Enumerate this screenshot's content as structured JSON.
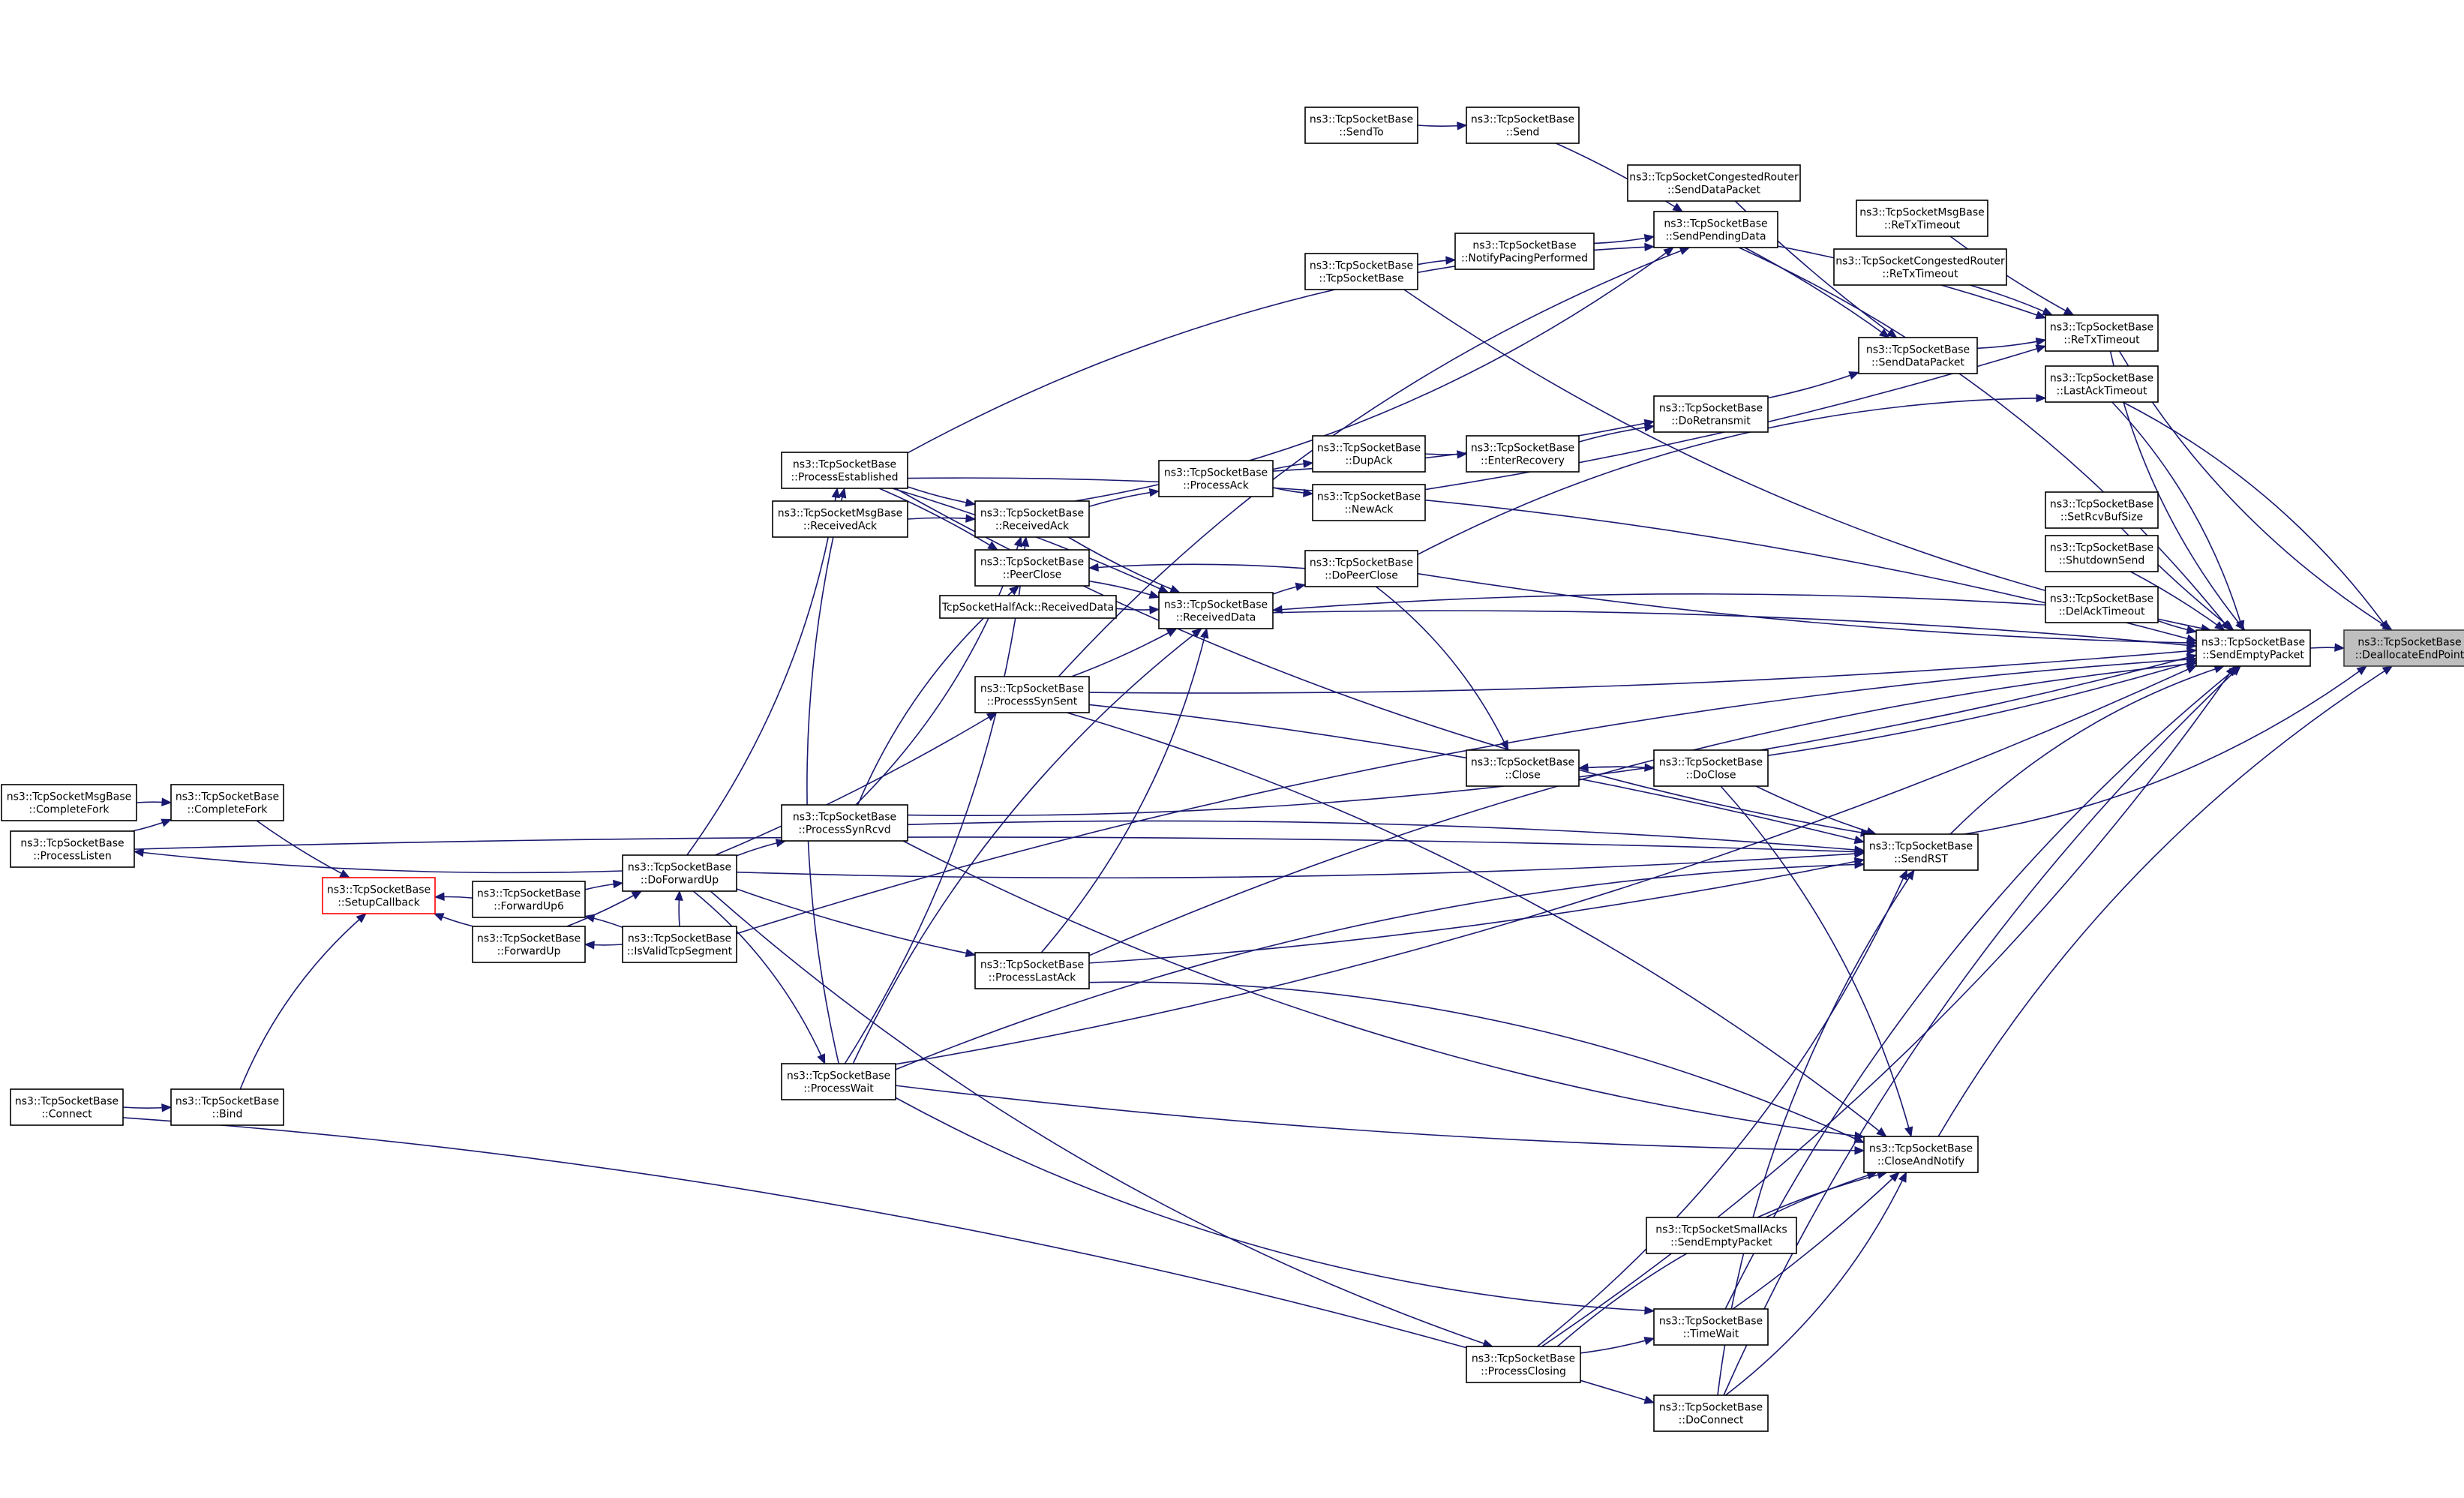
{
  "diagram": {
    "title": "ns3::TcpSocketBase::DeallocateEndPoint caller graph",
    "colors": {
      "edge": "#191970",
      "node_border": "#000000",
      "root_fill": "#bfbfbf",
      "highlight_border": "#ff0000"
    },
    "nodes": [
      {
        "id": "root",
        "lines": [
          "ns3::TcpSocketBase",
          "::DeallocateEndPoint"
        ]
      },
      {
        "id": "sendEmpty",
        "lines": [
          "ns3::TcpSocketBase",
          "::SendEmptyPacket"
        ]
      },
      {
        "id": "retx",
        "lines": [
          "ns3::TcpSocketBase",
          "::ReTxTimeout"
        ]
      },
      {
        "id": "lastAckTo",
        "lines": [
          "ns3::TcpSocketBase",
          "::LastAckTimeout"
        ]
      },
      {
        "id": "setRcv",
        "lines": [
          "ns3::TcpSocketBase",
          "::SetRcvBufSize"
        ]
      },
      {
        "id": "shutdown",
        "lines": [
          "ns3::TcpSocketBase",
          "::ShutdownSend"
        ]
      },
      {
        "id": "delAck",
        "lines": [
          "ns3::TcpSocketBase",
          "::DelAckTimeout"
        ]
      },
      {
        "id": "sendRst",
        "lines": [
          "ns3::TcpSocketBase",
          "::SendRST"
        ]
      },
      {
        "id": "closeNotify",
        "lines": [
          "ns3::TcpSocketBase",
          "::CloseAndNotify"
        ]
      },
      {
        "id": "msgRetx",
        "lines": [
          "ns3::TcpSocketMsgBase",
          "::ReTxTimeout"
        ]
      },
      {
        "id": "congRetx",
        "lines": [
          "ns3::TcpSocketCongestedRouter",
          "::ReTxTimeout"
        ]
      },
      {
        "id": "congSendData",
        "lines": [
          "ns3::TcpSocketCongestedRouter",
          "::SendDataPacket"
        ]
      },
      {
        "id": "sendPending",
        "lines": [
          "ns3::TcpSocketBase",
          "::SendPendingData"
        ]
      },
      {
        "id": "sendDataPkt",
        "lines": [
          "ns3::TcpSocketBase",
          "::SendDataPacket"
        ]
      },
      {
        "id": "doRetransmit",
        "lines": [
          "ns3::TcpSocketBase",
          "::DoRetransmit"
        ]
      },
      {
        "id": "doClose",
        "lines": [
          "ns3::TcpSocketBase",
          "::DoClose"
        ]
      },
      {
        "id": "smallAcks",
        "lines": [
          "ns3::TcpSocketSmallAcks",
          "::SendEmptyPacket"
        ]
      },
      {
        "id": "timeWait",
        "lines": [
          "ns3::TcpSocketBase",
          "::TimeWait"
        ]
      },
      {
        "id": "doConnect",
        "lines": [
          "ns3::TcpSocketBase",
          "::DoConnect"
        ]
      },
      {
        "id": "sendToNode",
        "lines": [
          "ns3::TcpSocketBase",
          "::SendTo"
        ]
      },
      {
        "id": "sendNode",
        "lines": [
          "ns3::TcpSocketBase",
          "::Send"
        ]
      },
      {
        "id": "ctor",
        "lines": [
          "ns3::TcpSocketBase",
          "::TcpSocketBase"
        ]
      },
      {
        "id": "notifyPacing",
        "lines": [
          "ns3::TcpSocketBase",
          "::NotifyPacingPerformed"
        ]
      },
      {
        "id": "dupAck",
        "lines": [
          "ns3::TcpSocketBase",
          "::DupAck"
        ]
      },
      {
        "id": "enterRecovery",
        "lines": [
          "ns3::TcpSocketBase",
          "::EnterRecovery"
        ]
      },
      {
        "id": "newAck",
        "lines": [
          "ns3::TcpSocketBase",
          "::NewAck"
        ]
      },
      {
        "id": "doPeerClose",
        "lines": [
          "ns3::TcpSocketBase",
          "::DoPeerClose"
        ]
      },
      {
        "id": "closeNode",
        "lines": [
          "ns3::TcpSocketBase",
          "::Close"
        ]
      },
      {
        "id": "processClosing",
        "lines": [
          "ns3::TcpSocketBase",
          "::ProcessClosing"
        ]
      },
      {
        "id": "processAck",
        "lines": [
          "ns3::TcpSocketBase",
          "::ProcessAck"
        ]
      },
      {
        "id": "receivedData",
        "lines": [
          "ns3::TcpSocketBase",
          "::ReceivedData"
        ]
      },
      {
        "id": "halfAck",
        "lines": [
          "TcpSocketHalfAck::ReceivedData"
        ]
      },
      {
        "id": "processEst",
        "lines": [
          "ns3::TcpSocketBase",
          "::ProcessEstablished"
        ]
      },
      {
        "id": "receivedAck",
        "lines": [
          "ns3::TcpSocketBase",
          "::ReceivedAck"
        ]
      },
      {
        "id": "msgReceivedAck",
        "lines": [
          "ns3::TcpSocketMsgBase",
          "::ReceivedAck"
        ]
      },
      {
        "id": "peerClose",
        "lines": [
          "ns3::TcpSocketBase",
          "::PeerClose"
        ]
      },
      {
        "id": "processSynSent",
        "lines": [
          "ns3::TcpSocketBase",
          "::ProcessSynSent"
        ]
      },
      {
        "id": "processSynRcvd",
        "lines": [
          "ns3::TcpSocketBase",
          "::ProcessSynRcvd"
        ]
      },
      {
        "id": "processLastAck",
        "lines": [
          "ns3::TcpSocketBase",
          "::ProcessLastAck"
        ]
      },
      {
        "id": "processWait",
        "lines": [
          "ns3::TcpSocketBase",
          "::ProcessWait"
        ]
      },
      {
        "id": "doForwardUp",
        "lines": [
          "ns3::TcpSocketBase",
          "::DoForwardUp"
        ]
      },
      {
        "id": "isValid",
        "lines": [
          "ns3::TcpSocketBase",
          "::IsValidTcpSegment"
        ]
      },
      {
        "id": "forwardUp6",
        "lines": [
          "ns3::TcpSocketBase",
          "::ForwardUp6"
        ]
      },
      {
        "id": "forwardUp",
        "lines": [
          "ns3::TcpSocketBase",
          "::ForwardUp"
        ]
      },
      {
        "id": "setupCb",
        "lines": [
          "ns3::TcpSocketBase",
          "::SetupCallback"
        ]
      },
      {
        "id": "bind",
        "lines": [
          "ns3::TcpSocketBase",
          "::Bind"
        ]
      },
      {
        "id": "completeFork",
        "lines": [
          "ns3::TcpSocketBase",
          "::CompleteFork"
        ]
      },
      {
        "id": "msgCompleteFork",
        "lines": [
          "ns3::TcpSocketMsgBase",
          "::CompleteFork"
        ]
      },
      {
        "id": "processListen",
        "lines": [
          "ns3::TcpSocketBase",
          "::ProcessListen"
        ]
      },
      {
        "id": "connect",
        "lines": [
          "ns3::TcpSocketBase",
          "::Connect"
        ]
      }
    ],
    "edges": [
      [
        "sendEmpty",
        "root"
      ],
      [
        "retx",
        "root"
      ],
      [
        "lastAckTo",
        "root"
      ],
      [
        "sendRst",
        "root"
      ],
      [
        "closeNotify",
        "root"
      ],
      [
        "retx",
        "sendEmpty"
      ],
      [
        "lastAckTo",
        "sendEmpty"
      ],
      [
        "setRcv",
        "sendEmpty"
      ],
      [
        "shutdown",
        "sendEmpty"
      ],
      [
        "delAck",
        "sendEmpty"
      ],
      [
        "sendRst",
        "sendEmpty"
      ],
      [
        "doClose",
        "sendEmpty"
      ],
      [
        "doConnect",
        "sendEmpty"
      ],
      [
        "processClosing",
        "sendEmpty"
      ],
      [
        "timeWait",
        "sendEmpty"
      ],
      [
        "ctor",
        "sendEmpty"
      ],
      [
        "sendPending",
        "sendEmpty"
      ],
      [
        "doPeerClose",
        "sendEmpty"
      ],
      [
        "processEst",
        "sendEmpty"
      ],
      [
        "processSynSent",
        "sendEmpty"
      ],
      [
        "receivedData",
        "sendEmpty"
      ],
      [
        "processSynRcvd",
        "sendEmpty"
      ],
      [
        "processLastAck",
        "sendEmpty"
      ],
      [
        "processWait",
        "sendEmpty"
      ],
      [
        "isValid",
        "sendEmpty"
      ],
      [
        "msgRetx",
        "retx"
      ],
      [
        "congRetx",
        "retx"
      ],
      [
        "sendDataPkt",
        "retx"
      ],
      [
        "sendPending",
        "retx"
      ],
      [
        "newAck",
        "retx"
      ],
      [
        "doPeerClose",
        "lastAckTo"
      ],
      [
        "congSendData",
        "sendDataPkt"
      ],
      [
        "sendPending",
        "sendDataPkt"
      ],
      [
        "doRetransmit",
        "sendDataPkt"
      ],
      [
        "sendNode",
        "sendPending"
      ],
      [
        "notifyPacing",
        "sendPending"
      ],
      [
        "processEst",
        "sendPending"
      ],
      [
        "receivedAck",
        "sendPending"
      ],
      [
        "processSynSent",
        "sendPending"
      ],
      [
        "sendToNode",
        "sendNode"
      ],
      [
        "ctor",
        "notifyPacing"
      ],
      [
        "processAck",
        "doRetransmit"
      ],
      [
        "enterRecovery",
        "doRetransmit"
      ],
      [
        "dupAck",
        "enterRecovery"
      ],
      [
        "processAck",
        "dupAck"
      ],
      [
        "processAck",
        "newAck"
      ],
      [
        "receivedAck",
        "processAck"
      ],
      [
        "doPeerClose",
        "peerClose"
      ],
      [
        "closeNode",
        "doClose"
      ],
      [
        "doClose",
        "closeNode"
      ],
      [
        "doPeerClose",
        "closeNode"
      ],
      [
        "halfAck",
        "receivedData"
      ],
      [
        "receivedData",
        "doPeerClose"
      ],
      [
        "delAck",
        "receivedData"
      ],
      [
        "processEst",
        "receivedData"
      ],
      [
        "receivedAck",
        "receivedData"
      ],
      [
        "peerClose",
        "receivedData"
      ],
      [
        "processSynSent",
        "receivedData"
      ],
      [
        "processWait",
        "receivedData"
      ],
      [
        "processLastAck",
        "receivedData"
      ],
      [
        "msgReceivedAck",
        "receivedAck"
      ],
      [
        "processEst",
        "receivedAck"
      ],
      [
        "processEst",
        "peerClose"
      ],
      [
        "processSynRcvd",
        "receivedAck"
      ],
      [
        "processSynRcvd",
        "peerClose"
      ],
      [
        "processWait",
        "receivedAck"
      ],
      [
        "processWait",
        "processEst"
      ],
      [
        "doForwardUp",
        "processEst"
      ],
      [
        "doForwardUp",
        "processSynRcvd"
      ],
      [
        "doForwardUp",
        "processLastAck"
      ],
      [
        "doForwardUp",
        "processWait"
      ],
      [
        "doForwardUp",
        "processClosing"
      ],
      [
        "doForwardUp",
        "processListen"
      ],
      [
        "doForwardUp",
        "processSynSent"
      ],
      [
        "forwardUp6",
        "doForwardUp"
      ],
      [
        "forwardUp",
        "doForwardUp"
      ],
      [
        "isValid",
        "doForwardUp"
      ],
      [
        "isValid",
        "forwardUp6"
      ],
      [
        "isValid",
        "forwardUp"
      ],
      [
        "forwardUp6",
        "setupCb"
      ],
      [
        "forwardUp",
        "setupCb"
      ],
      [
        "completeFork",
        "setupCb"
      ],
      [
        "bind",
        "setupCb"
      ],
      [
        "connect",
        "bind"
      ],
      [
        "msgCompleteFork",
        "completeFork"
      ],
      [
        "processListen",
        "completeFork"
      ],
      [
        "processSynRcvd",
        "sendRst"
      ],
      [
        "processLastAck",
        "sendRst"
      ],
      [
        "processWait",
        "sendRst"
      ],
      [
        "processClosing",
        "sendRst"
      ],
      [
        "processSynSent",
        "sendRst"
      ],
      [
        "doClose",
        "sendRst"
      ],
      [
        "doConnect",
        "sendRst"
      ],
      [
        "processEst",
        "sendRst"
      ],
      [
        "processListen",
        "sendRst"
      ],
      [
        "doForwardUp",
        "sendRst"
      ],
      [
        "processSynSent",
        "closeNotify"
      ],
      [
        "processSynRcvd",
        "closeNotify"
      ],
      [
        "processLastAck",
        "closeNotify"
      ],
      [
        "processWait",
        "closeNotify"
      ],
      [
        "smallAcks",
        "closeNotify"
      ],
      [
        "timeWait",
        "closeNotify"
      ],
      [
        "processClosing",
        "closeNotify"
      ],
      [
        "doConnect",
        "closeNotify"
      ],
      [
        "doClose",
        "closeNotify"
      ],
      [
        "processClosing",
        "timeWait"
      ],
      [
        "connect",
        "doConnect"
      ],
      [
        "processWait",
        "timeWait"
      ]
    ]
  }
}
